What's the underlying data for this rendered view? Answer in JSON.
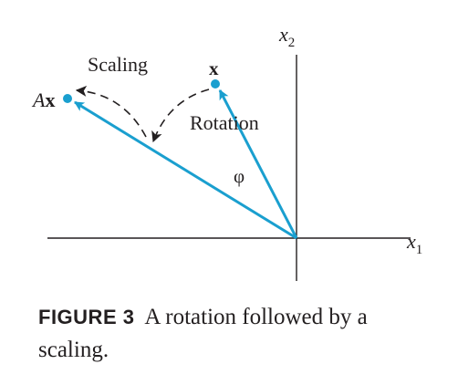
{
  "diagram": {
    "labels": {
      "x_axis": "x",
      "x_axis_sub": "1",
      "y_axis": "x",
      "y_axis_sub": "2",
      "point_x": "x",
      "point_ax_a": "A",
      "point_ax_x": "x",
      "angle": "φ",
      "rotation": "Rotation",
      "scaling": "Scaling"
    },
    "colors": {
      "vector": "#1a9fcf",
      "axis": "#231f20",
      "arc": "#231f20",
      "text": "#231f20"
    }
  },
  "caption": {
    "label": "FIGURE 3",
    "text": "A rotation followed by a scaling."
  }
}
